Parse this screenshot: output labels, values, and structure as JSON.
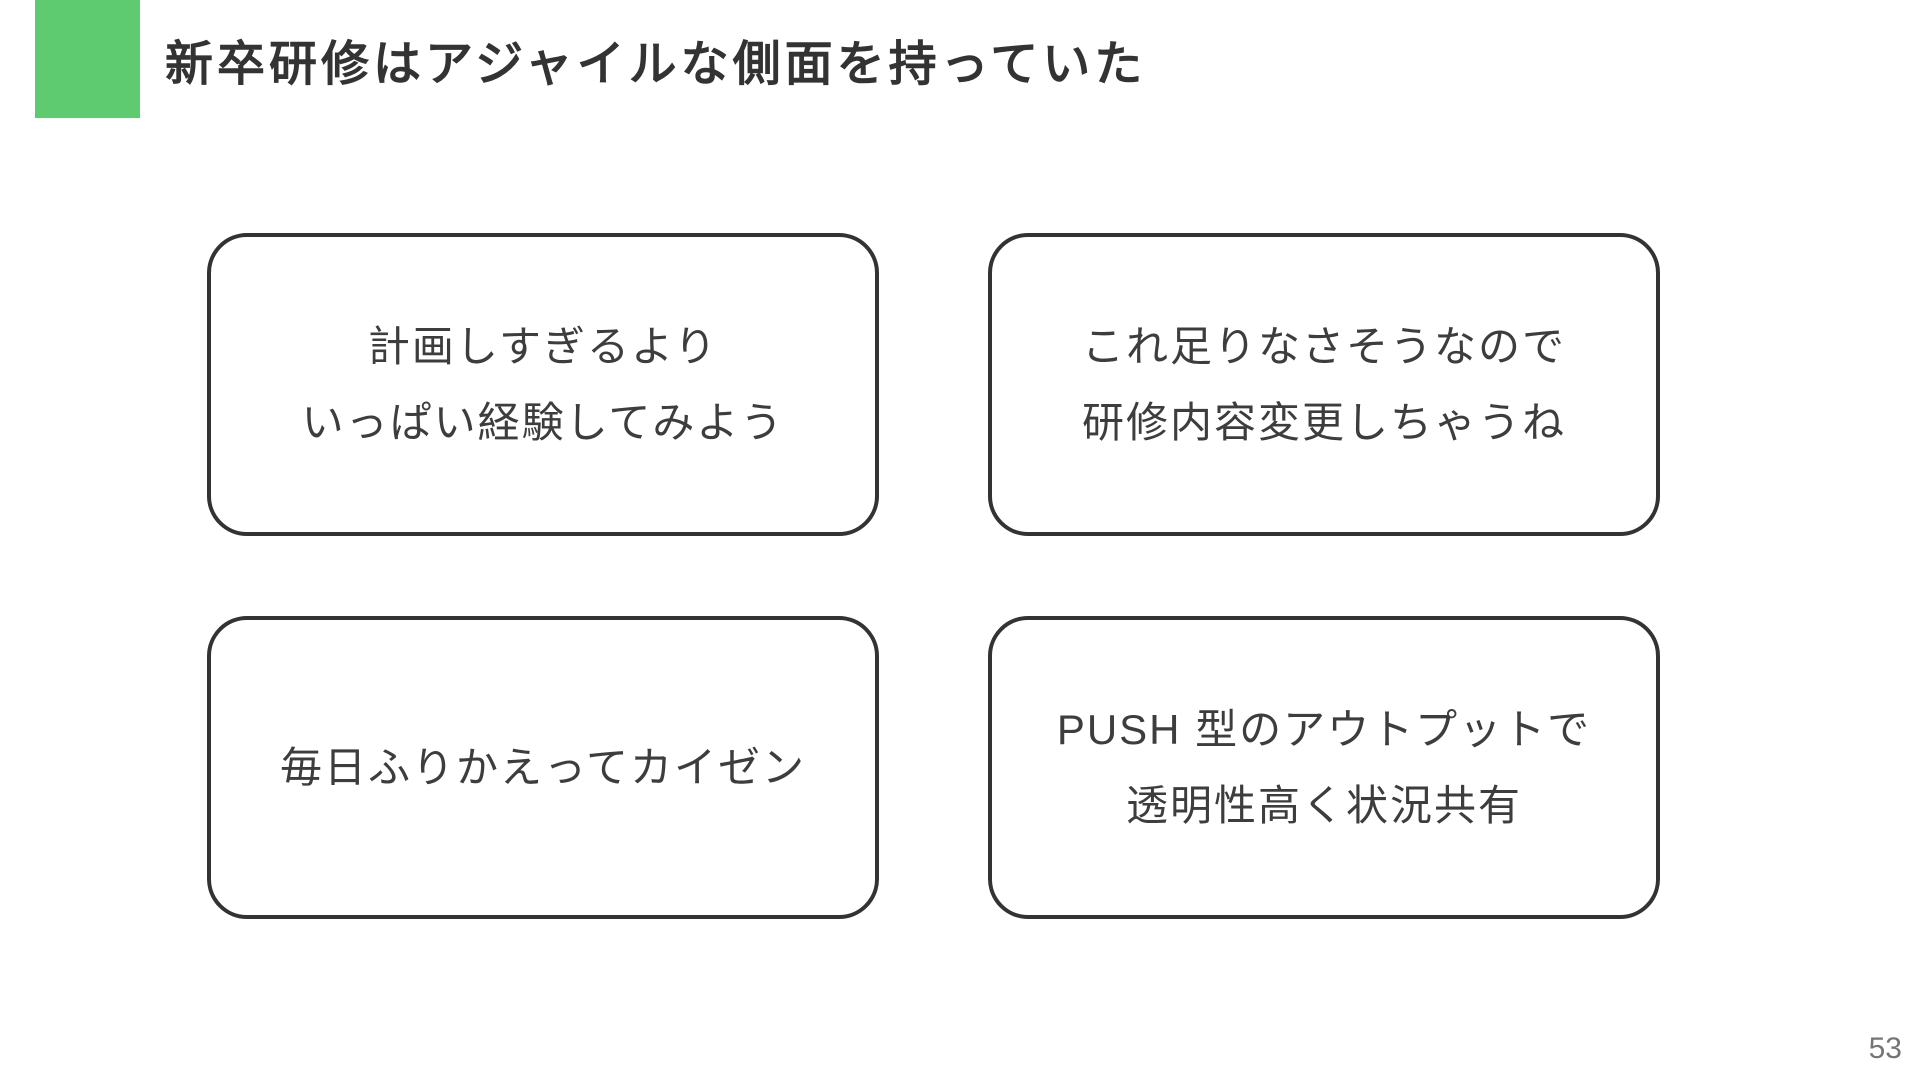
{
  "slide": {
    "title": "新卒研修はアジャイルな側面を持っていた",
    "page_number": "53",
    "colors": {
      "accent_green": "#5ecb70",
      "card_border": "#333333",
      "title_text": "#333333",
      "card_text": "#3d3d3d",
      "page_number_text": "#757575",
      "background": "#ffffff"
    },
    "cards": [
      {
        "lines": {
          "0": "計画しすぎるより",
          "1": "いっぱい経験してみよう"
        }
      },
      {
        "lines": {
          "0": "これ足りなさそうなので",
          "1": "研修内容変更しちゃうね"
        }
      },
      {
        "lines": {
          "0": "毎日ふりかえってカイゼン"
        }
      },
      {
        "lines": {
          "0": "PUSH 型のアウトプットで",
          "1": "透明性高く状況共有"
        }
      }
    ]
  }
}
